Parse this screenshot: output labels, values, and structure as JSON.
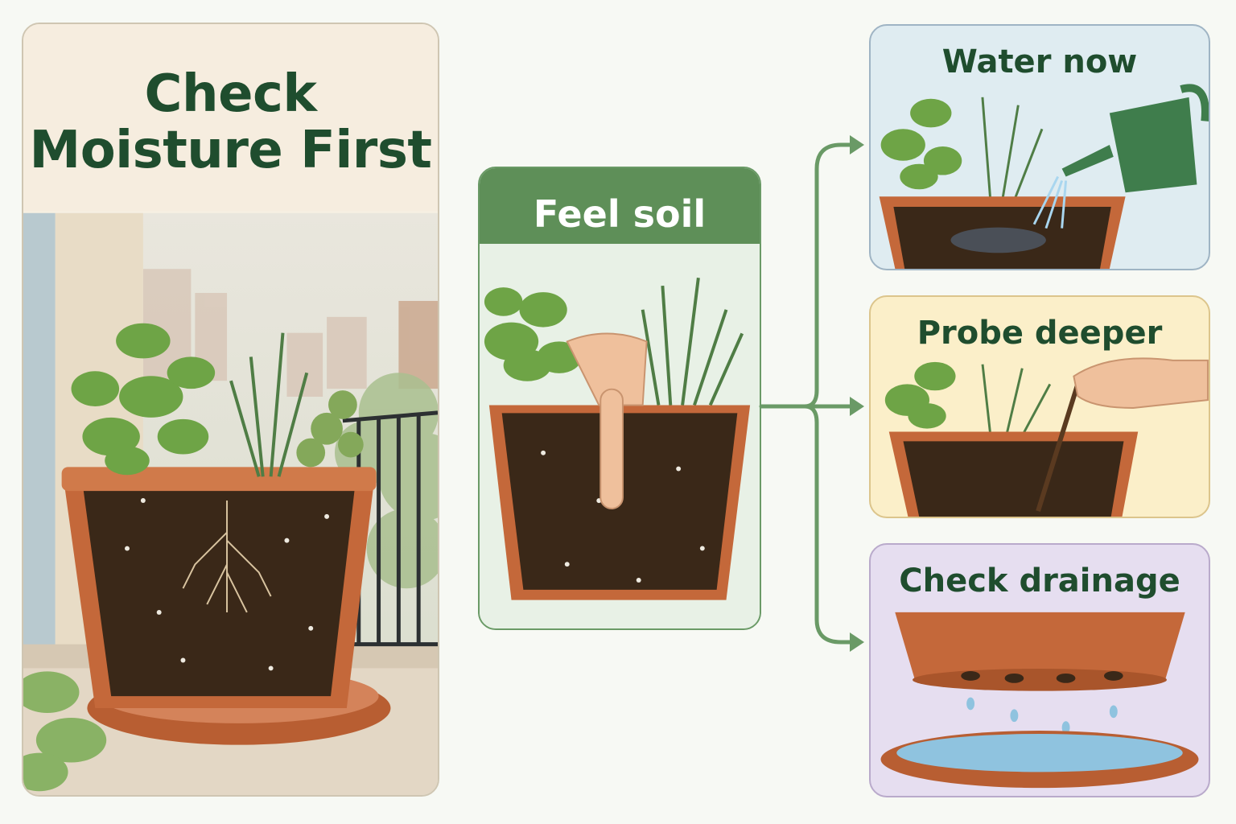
{
  "hero": {
    "title_line1": "Check",
    "title_line2": "Moisture First"
  },
  "center": {
    "title": "Feel soil"
  },
  "options": [
    {
      "title": "Water now"
    },
    {
      "title": "Probe deeper"
    },
    {
      "title": "Check drainage"
    }
  ],
  "colors": {
    "title_green": "#1f4d2e",
    "connector_green": "#6a9a66",
    "pot_terracotta": "#c4683a",
    "soil": "#3a2818",
    "water_blue": "#8fc3df"
  }
}
